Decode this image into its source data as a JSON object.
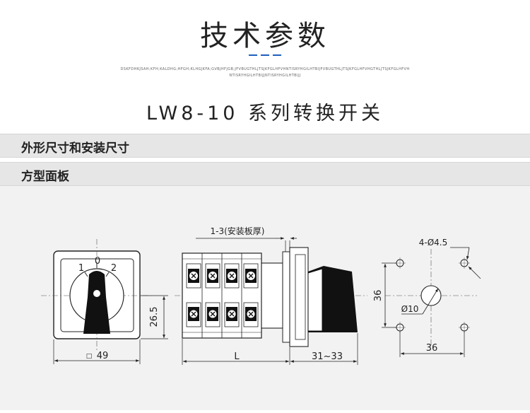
{
  "header": {
    "title": "技术参数",
    "subtitle": "DSKFDHKJSAH;KFH;KALDHG;HFGH;KLHGJKFA;GVBJHFJGB;JFVBUGTHLJTSJKFGLHFVHNTISRYHGILHTBIJFVBUGTHLJTSJKFGLHFVHGTHLJTSJKFGLHFVHNTISRYHGILHTBIJJNTISRYHGILHTBIJJ"
  },
  "product_title": "LW8-10 系列转换开关",
  "sections": {
    "dimensions_label": "外形尺寸和安装尺寸",
    "panel_label": "方型面板"
  },
  "drawing": {
    "front_view": {
      "pos_1": "1",
      "pos_0": "0",
      "pos_2": "2",
      "width_dim": "49",
      "width_symbol": "□",
      "height_dim": "26.5"
    },
    "side_view": {
      "plate_thickness": "1-3(安装板厚)",
      "length_dim": "L",
      "depth_dim": "31~33"
    },
    "mounting_view": {
      "hole_spec": "4-Ø4.5",
      "center_hole": "Ø10",
      "vertical_spacing": "36",
      "horizontal_spacing": "36"
    }
  },
  "colors": {
    "accent": "#1e5fbd",
    "section_bar": "#e6e6e6",
    "drawing_bg": "#f2f2f2"
  }
}
